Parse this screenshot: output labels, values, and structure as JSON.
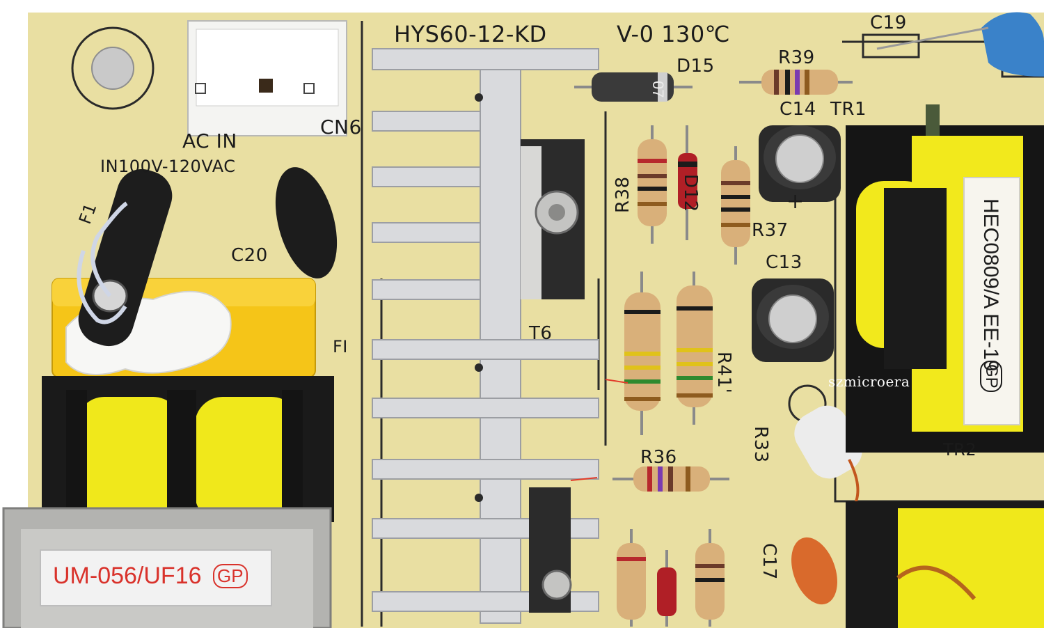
{
  "board": {
    "model": "HYS60-12-KD",
    "rating": "V-0 130℃",
    "ac_in": "AC IN",
    "input_range": "IN100V-120VAC",
    "watermark": "szmicroera"
  },
  "labels": {
    "c19": "C19",
    "d15": "D15",
    "r39": "R39",
    "c14": "C14",
    "tr1": "TR1",
    "cn6": "CN6",
    "f1_a": "F1",
    "f1_b": "FI",
    "c20": "C20",
    "r38": "R38",
    "d12": "D12",
    "r37": "R37",
    "c13": "C13",
    "t6": "T6",
    "r41": "R41'",
    "r33": "R33",
    "r36": "R36",
    "tr2": "TR2",
    "c17": "C17",
    "plus": "+"
  },
  "component_text": {
    "transformer_tr2": "HEC0809/A EE-19",
    "transformer_tr2_mark": "GP",
    "choke_label": "UM-056/UF16",
    "choke_label_mark": "GP",
    "diode_d15": "07"
  },
  "colors": {
    "pcb": "#e8dea0",
    "heatsink": "#d9dadd",
    "transformer_yellow": "#f2e91c",
    "cap_yellow": "#f5c518"
  }
}
